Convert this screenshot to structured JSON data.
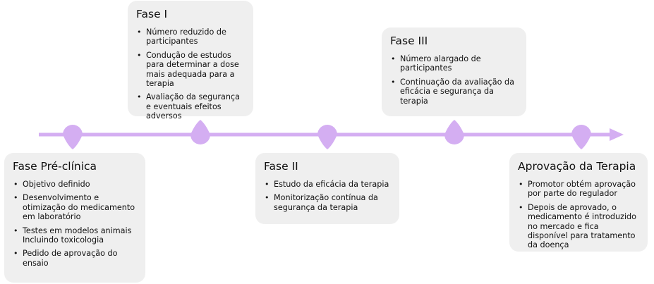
{
  "colors": {
    "line": "#d4aef2",
    "marker": "#d4aef2",
    "box_background": "#efefef",
    "text": "#111111"
  },
  "icons": {
    "marker": "drop-marker-icon",
    "arrow": "arrow-right-icon"
  },
  "phases": [
    {
      "title": "Fase Pré-clínica",
      "marker": "down",
      "items": [
        "Objetivo definido",
        "Desenvolvimento e otimização do medicamento em laboratório",
        "Testes em modelos animais Incluindo toxicologia",
        "Pedido de aprovação do ensaio"
      ]
    },
    {
      "title": "Fase I",
      "marker": "up",
      "items": [
        "Número reduzido de participantes",
        "Condução de estudos para determinar a dose mais adequada para a terapia",
        "Avaliação da segurança e eventuais efeitos adversos"
      ]
    },
    {
      "title": "Fase II",
      "marker": "down",
      "items": [
        "Estudo da eficácia da terapia",
        "Monitorização contínua da segurança da terapia"
      ]
    },
    {
      "title": "Fase III",
      "marker": "up",
      "items": [
        "Número alargado de participantes",
        "Continuação da avaliação da eficácia e segurança da terapia"
      ]
    },
    {
      "title": "Aprovação da Terapia",
      "marker": "down",
      "items": [
        "Promotor obtém aprovação por parte do regulador",
        "Depois de aprovado, o medicamento é introduzido no mercado e fica disponível para tratamento da doença"
      ]
    }
  ]
}
